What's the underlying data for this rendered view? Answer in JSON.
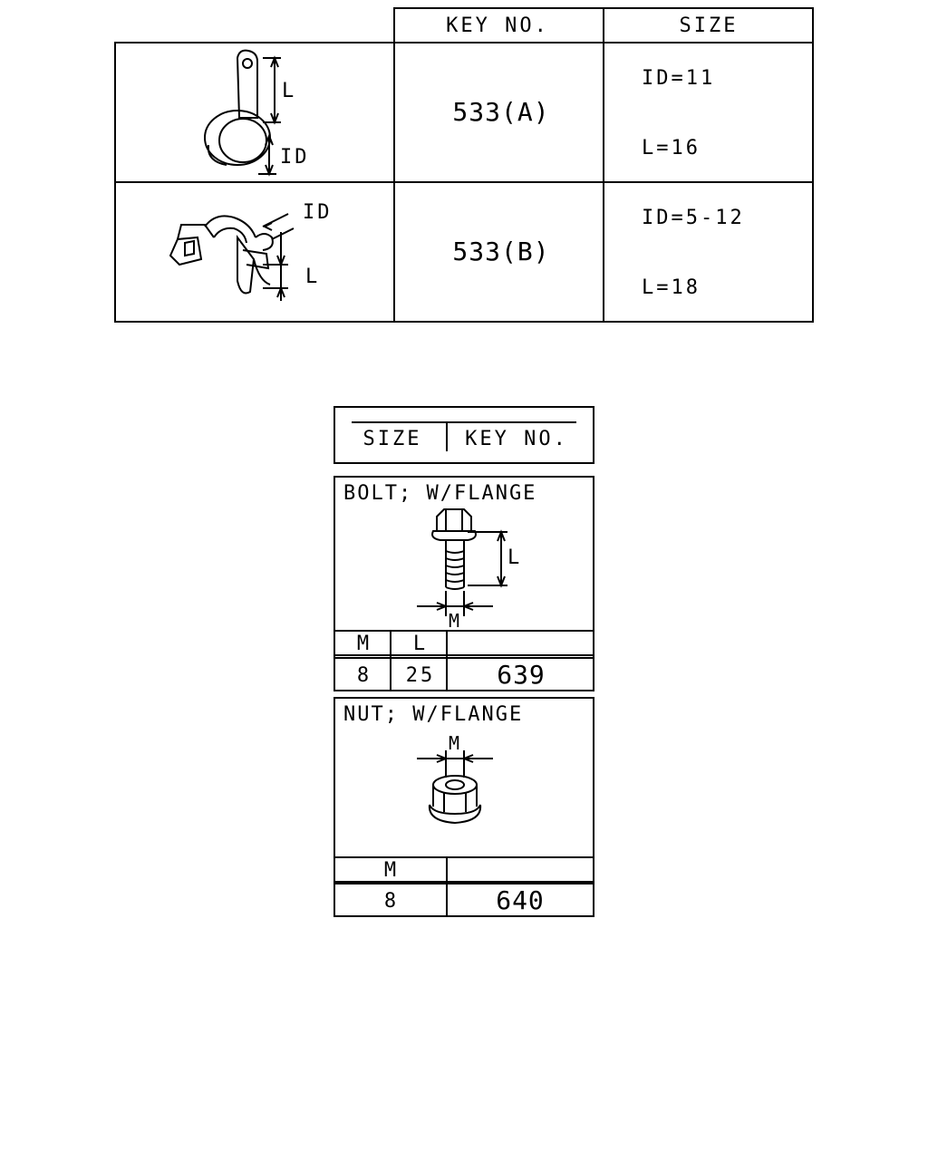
{
  "clip_table": {
    "header": {
      "key_no": "KEY NO.",
      "size": "SIZE"
    },
    "rows": [
      {
        "key_no": "533(A)",
        "size_line1": "ID=11",
        "size_line2": "L=16",
        "labels": {
          "l": "L",
          "id": "ID"
        },
        "icon": "p-clip-icon"
      },
      {
        "key_no": "533(B)",
        "size_line1": "ID=5-12",
        "size_line2": "L=18",
        "labels": {
          "l": "L",
          "id": "ID"
        },
        "icon": "push-clip-icon"
      }
    ]
  },
  "legend": {
    "size": "SIZE",
    "key_no": "KEY NO."
  },
  "bolt": {
    "title": "BOLT; W/FLANGE",
    "dim_l": "L",
    "dim_m": "M",
    "columns": [
      "M",
      "L",
      ""
    ],
    "row": [
      "8",
      "25",
      "639"
    ],
    "icon": "flange-bolt-icon"
  },
  "nut": {
    "title": "NUT; W/FLANGE",
    "dim_m": "M",
    "columns": [
      "M",
      ""
    ],
    "row": [
      "8",
      "640"
    ],
    "icon": "flange-nut-icon"
  }
}
